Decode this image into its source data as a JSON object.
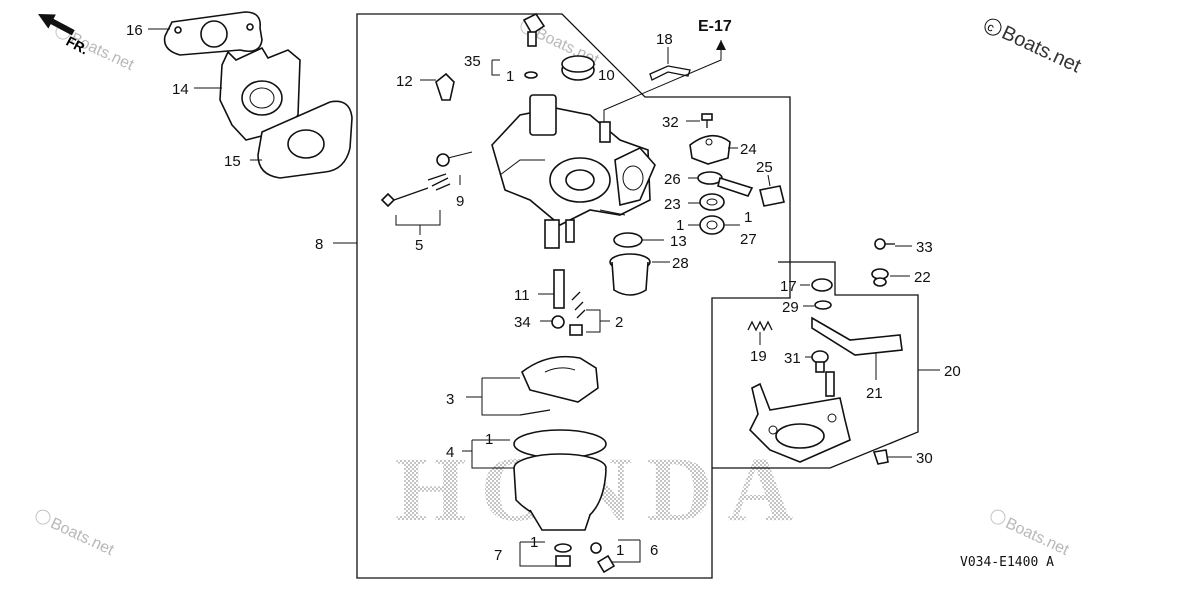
{
  "diagram": {
    "direction_label": "FR.",
    "section_ref": "E-17",
    "diagram_code": "V034-E1400 A",
    "brand_watermark": "HONDA",
    "watermarks": {
      "main": "Boats.net",
      "copy": "Boats.net"
    },
    "callouts": {
      "c16": "16",
      "c14": "14",
      "c15": "15",
      "c12": "12",
      "c35": "35",
      "c1a": "1",
      "c10": "10",
      "c18": "18",
      "c32": "32",
      "c24": "24",
      "c25": "25",
      "c26": "26",
      "c23": "23",
      "c1b": "1",
      "c1c": "1",
      "c27": "27",
      "c9": "9",
      "c5": "5",
      "c8": "8",
      "c13": "13",
      "c28": "28",
      "c11": "11",
      "c34": "34",
      "c2": "2",
      "c3": "3",
      "c4": "4",
      "c1d": "1",
      "c7": "7",
      "c1e": "1",
      "c1f": "1",
      "c6": "6",
      "c33": "33",
      "c22": "22",
      "c17": "17",
      "c29": "29",
      "c19": "19",
      "c31": "31",
      "c21": "21",
      "c20": "20",
      "c30": "30"
    }
  },
  "colors": {
    "ink": "#111111",
    "watermark": "#b8b8b8",
    "background": "#ffffff"
  },
  "icons": {
    "direction": "arrow-icon",
    "copyright": "copyright-icon"
  }
}
